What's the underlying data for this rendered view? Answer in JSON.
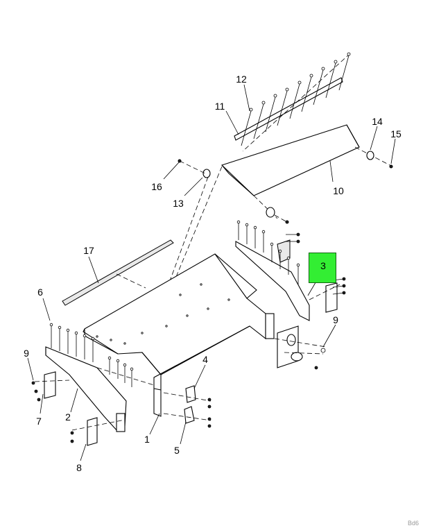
{
  "diagram": {
    "callouts": {
      "c1": "1",
      "c2": "2",
      "c3": "3",
      "c4": "4",
      "c5": "5",
      "c6": "6",
      "c7": "7",
      "c8": "8",
      "c9a": "9",
      "c9b": "9",
      "c10": "10",
      "c11": "11",
      "c12": "12",
      "c13": "13",
      "c14": "14",
      "c15": "15",
      "c16": "16",
      "c17": "17"
    },
    "highlighted_callout": "3",
    "highlight_color": "#33ee33",
    "corner_code": "Bd6"
  }
}
